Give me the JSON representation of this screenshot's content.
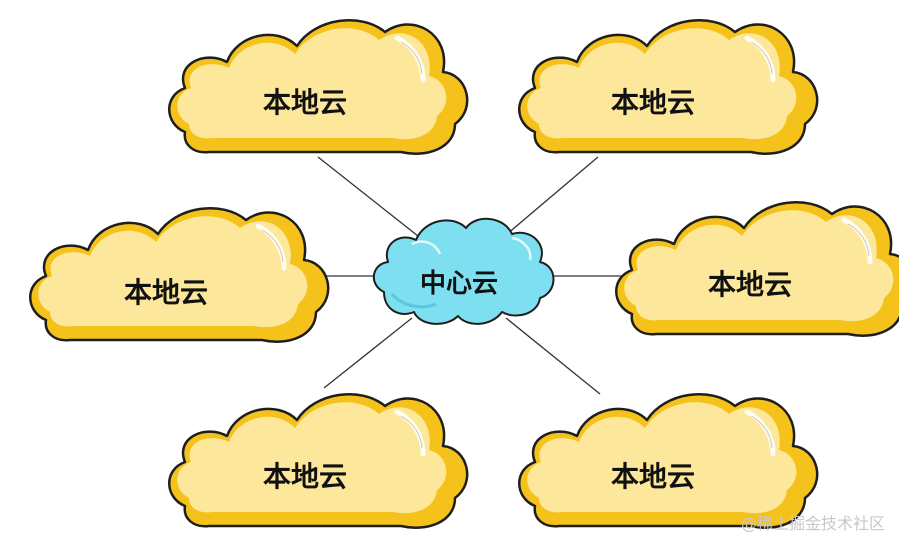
{
  "diagram": {
    "center": {
      "label": "中心云",
      "fill": "#7ddff0",
      "edge": "#1e1e1e"
    },
    "nodes": [
      {
        "id": "top-left",
        "label": "本地云"
      },
      {
        "id": "top-right",
        "label": "本地云"
      },
      {
        "id": "mid-left",
        "label": "本地云"
      },
      {
        "id": "mid-right",
        "label": "本地云"
      },
      {
        "id": "bottom-left",
        "label": "本地云"
      },
      {
        "id": "bottom-right",
        "label": "本地云"
      }
    ],
    "node_fill": "#fde79a",
    "node_shadow": "#f2b90e",
    "line_color": "#333333"
  },
  "watermark": "@稀土掘金技术社区"
}
